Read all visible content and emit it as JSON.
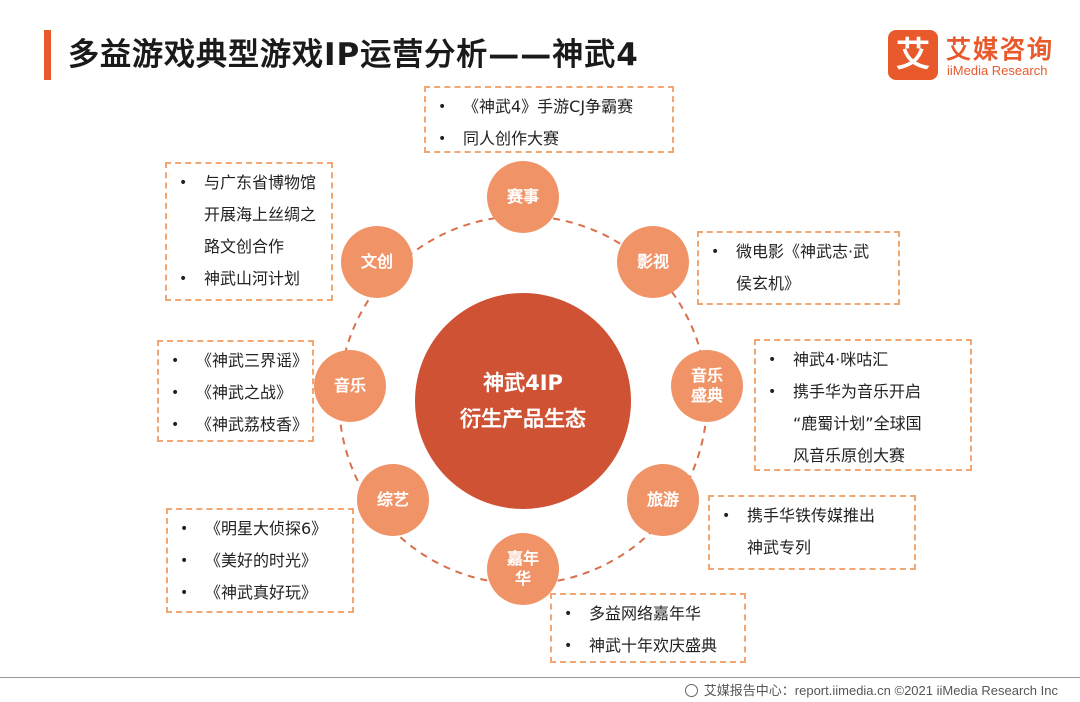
{
  "title": "多益游戏典型游戏IP运营分析——神武4",
  "logo": {
    "mark": "艾",
    "cn": "艾媒咨询",
    "en": "iiMedia Research"
  },
  "center": {
    "line1": "神武4IP",
    "line2": "衍生产品生态"
  },
  "nodes": {
    "saishi": "赛事",
    "yingshi": "影视",
    "yinyue_shengdian": "音乐盛典",
    "lvyou": "旅游",
    "jianianhua": "嘉年华",
    "zongyi": "综艺",
    "yinyue": "音乐",
    "wenchuang": "文创"
  },
  "boxes": {
    "saishi": [
      "《神武4》手游CJ争霸赛",
      "同人创作大赛"
    ],
    "yingshi": [
      "微电影《神武志·武",
      "侯玄机》"
    ],
    "yinyue_shengdian": [
      "神武4·咪咕汇",
      "携手华为音乐开启",
      "“鹿蜀计划”全球国",
      "风音乐原创大赛"
    ],
    "lvyou": [
      "携手华铁传媒推出",
      "神武专列"
    ],
    "jianianhua": [
      "多益网络嘉年华",
      "神武十年欢庆盛典"
    ],
    "zongyi": [
      "《明星大侦探6》",
      "《美好的时光》",
      "《神武真好玩》"
    ],
    "yinyue": [
      "《神武三界谣》",
      "《神武之战》",
      "《神武荔枝香》"
    ],
    "wenchuang": [
      "与广东省博物馆",
      "开展海上丝绸之",
      "路文创合作",
      "神武山河计划"
    ]
  },
  "footer": "艾媒报告中心：report.iimedia.cn ©2021  iiMedia Research  Inc",
  "colors": {
    "accent": "#e8592b",
    "center": "#cf5234",
    "node": "#f09468",
    "dash": "#f2a772"
  }
}
